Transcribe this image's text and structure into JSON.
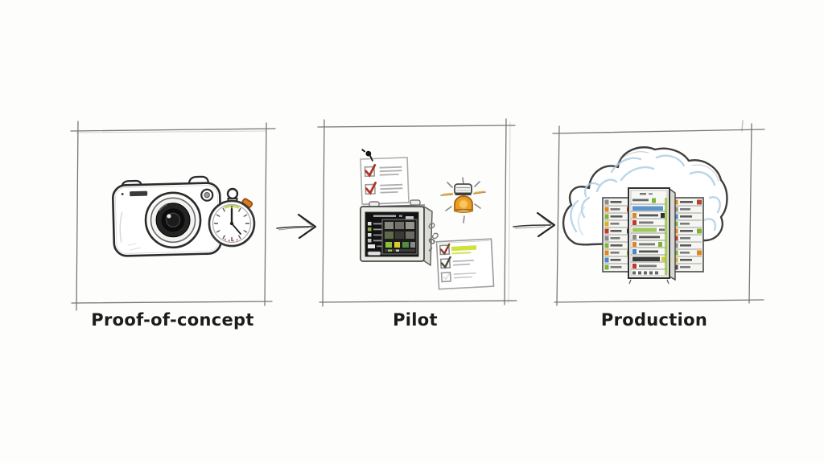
{
  "diagram": {
    "type": "process-flow-sketch",
    "stages": [
      {
        "label": "Proof-of-concept",
        "icons": [
          "camera-icon",
          "stopwatch-icon"
        ]
      },
      {
        "label": "Pilot",
        "icons": [
          "checklist-pinned-icon",
          "dashboard-monitor-icon",
          "alert-beacon-icon",
          "checklist-highlight-icon"
        ]
      },
      {
        "label": "Production",
        "icons": [
          "cloud-icon",
          "server-rack-icon"
        ]
      }
    ],
    "connectors": [
      {
        "from": "Proof-of-concept",
        "to": "Pilot",
        "icon": "arrow-right-icon"
      },
      {
        "from": "Pilot",
        "to": "Production",
        "icon": "arrow-right-icon"
      }
    ],
    "colors": {
      "ink": "#2b2b2b",
      "box_stroke": "#777777",
      "beacon_orange": "#ef9d20",
      "beacon_glow": "#f8c75f",
      "check_red": "#b23327",
      "highlight_green": "#cde23c",
      "cloud_blue": "#a9cde6",
      "chip_orange": "#e0861f",
      "chip_green": "#7fb437",
      "chip_blue": "#4a88c8",
      "chip_red": "#c0392b",
      "background": "#fdfdfb"
    }
  }
}
